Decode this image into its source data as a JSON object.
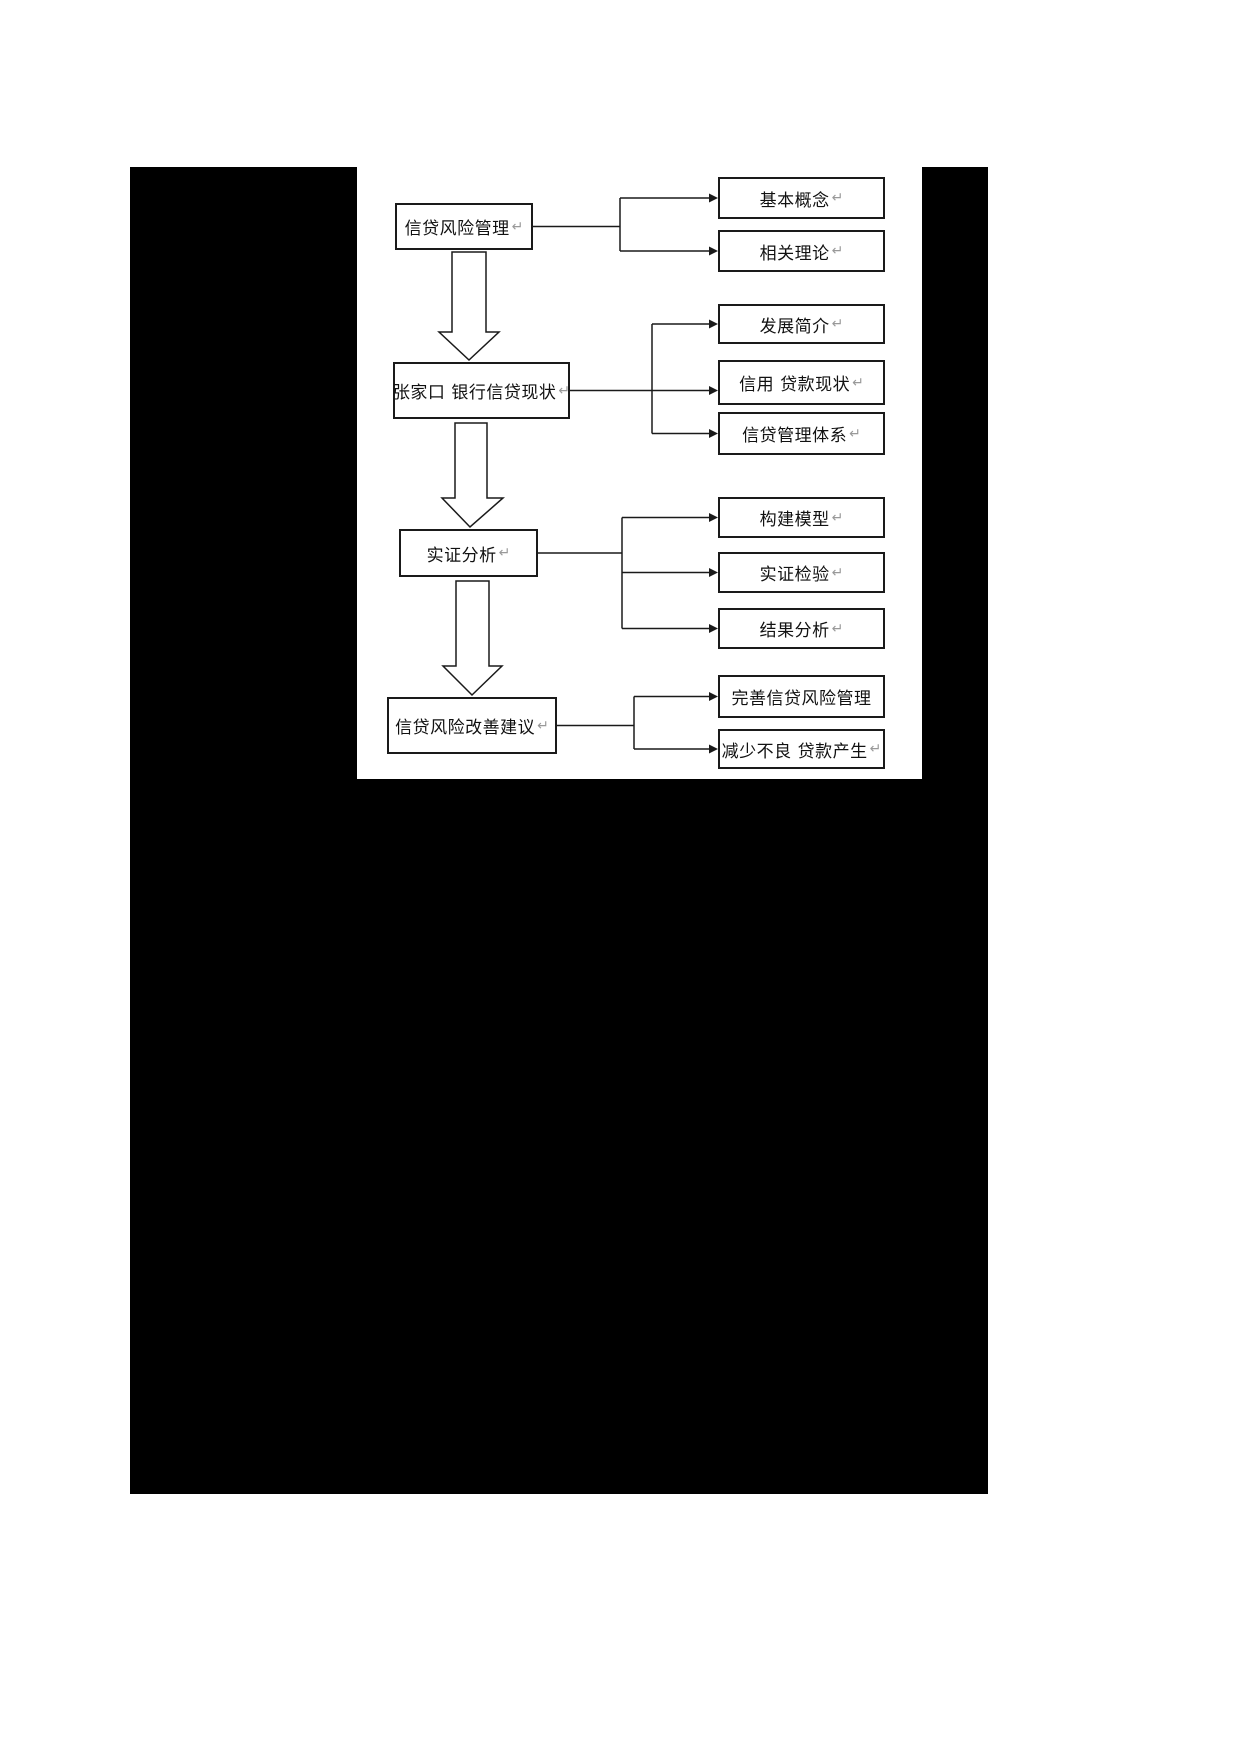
{
  "diagram": {
    "stages": [
      {
        "title": "信贷风险管理",
        "branches": [
          "基本概念",
          "相关理论"
        ]
      },
      {
        "title": "张家口 银行信贷现状",
        "branches": [
          "发展简介",
          "信用 贷款现状",
          "信贷管理体系"
        ]
      },
      {
        "title": "实证分析",
        "branches": [
          "构建模型",
          "实证检验",
          "结果分析"
        ]
      },
      {
        "title": "信贷风险改善建议",
        "branches": [
          "完善信贷风险管理",
          "减少不良 贷款产生"
        ]
      }
    ],
    "return_mark": "↵"
  },
  "colors": {
    "scan_backdrop": "#000000",
    "figure_background": "#ffffff",
    "line": "#1a1a1a",
    "return_mark": "#999999"
  }
}
